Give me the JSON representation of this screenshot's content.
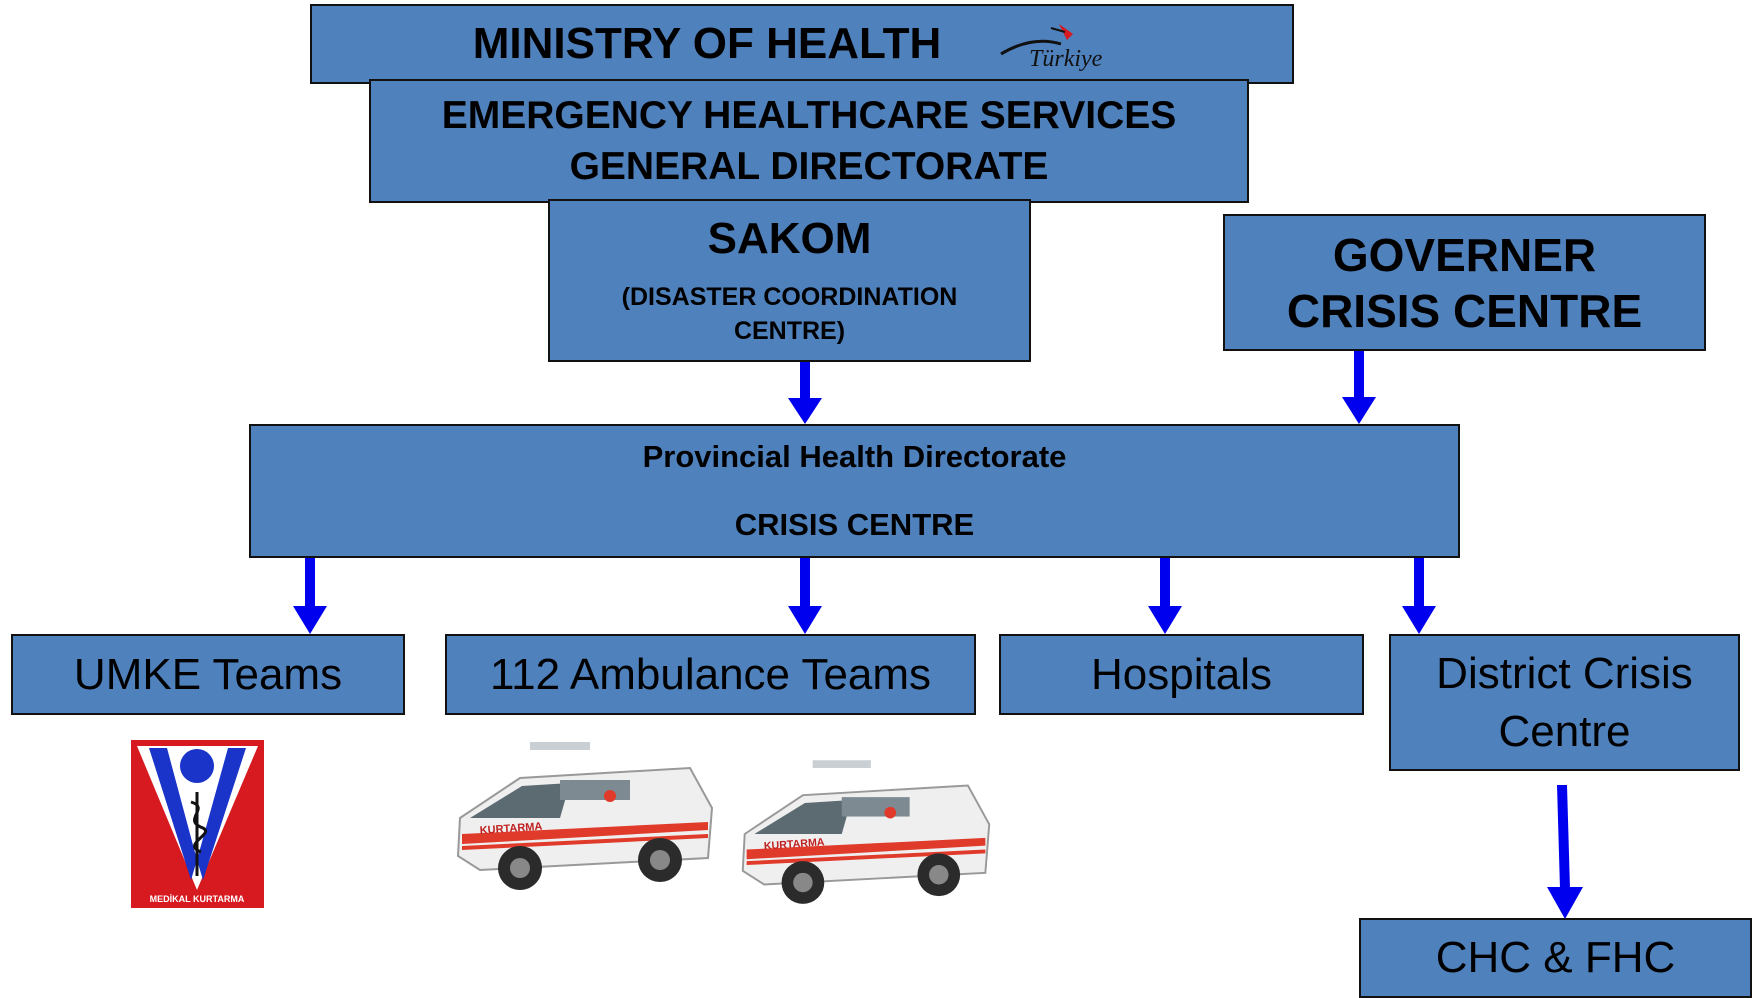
{
  "colors": {
    "box_fill": "#4f81bd",
    "box_border": "#111111",
    "arrow": "#0000ee",
    "umke_red": "#d71920",
    "umke_blue": "#1a33c9"
  },
  "ministry": {
    "title": "MINISTRY OF HEALTH",
    "logo_text": "Türkiye"
  },
  "directorate": {
    "line1": "EMERGENCY HEALTHCARE SERVICES",
    "line2": "GENERAL DIRECTORATE"
  },
  "sakom": {
    "title": "SAKOM",
    "sub_line1": "(DISASTER COORDINATION",
    "sub_line2": "CENTRE)"
  },
  "governer": {
    "line1": "GOVERNER",
    "line2": "CRISIS CENTRE"
  },
  "provincial": {
    "line1": "Provincial Health Directorate",
    "line2": "CRISIS CENTRE"
  },
  "units": {
    "umke": "UMKE Teams",
    "ambulance": "112 Ambulance Teams",
    "hospitals": "Hospitals",
    "district_line1": "District Crisis",
    "district_line2": "Centre",
    "chc": "CHC & FHC"
  },
  "umke_logo": {
    "caption": "MEDİKAL KURTARMA",
    "icon": "umke-logo-icon"
  },
  "ambulance_images": {
    "icon": "ambulance-icon",
    "side_text": "KURTARMA",
    "count": 2
  }
}
